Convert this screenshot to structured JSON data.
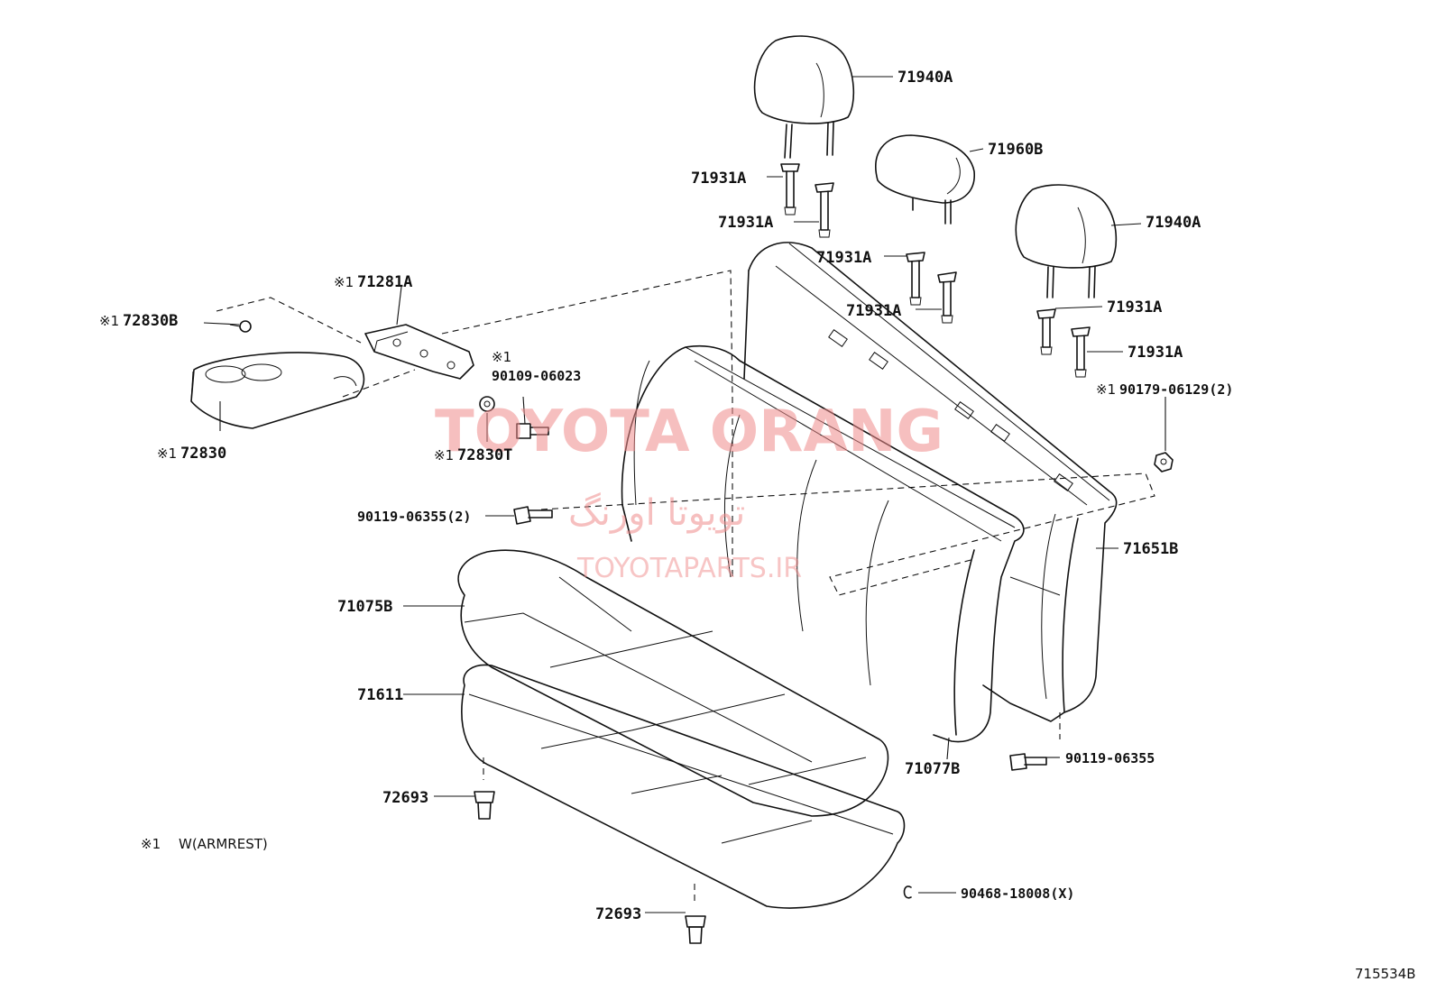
{
  "labels": {
    "hr_71940A_top": "71940A",
    "hr_71960B": "71960B",
    "hr_71940A_right": "71940A",
    "sup_71931A_1": "71931A",
    "sup_71931A_2": "71931A",
    "sup_71931A_3": "71931A",
    "sup_71931A_4": "71931A",
    "sup_71931A_5": "71931A",
    "sup_71931A_6": "71931A",
    "hinge_71281A": "71281A",
    "cap_72830B": "72830B",
    "armrest_72830": "72830",
    "cover_72830T": "72830T",
    "screw_90109_star": "※1",
    "screw_90109": "90109-06023",
    "nut_90179": "90179-06129(2)",
    "bolt_90119_2": "90119-06355(2)",
    "cushion_cover_71075B": "71075B",
    "cushion_pad_71611": "71611",
    "back_71651B": "71651B",
    "back_cover_71077B": "71077B",
    "bolt_90119": "90119-06355",
    "clip_72693_1": "72693",
    "clip_72693_2": "72693",
    "ring_90468": "90468-18008(X)",
    "mark": "※1"
  },
  "footnote": {
    "mark": "※1",
    "text": "W(ARMREST)"
  },
  "diagram_code": "715534B",
  "watermark": {
    "line1": "TOYOTA ORANG",
    "line2": "تویوتا اورنگ",
    "line3": "TOYOTAPARTS.IR",
    "color": "#f08c8c"
  }
}
